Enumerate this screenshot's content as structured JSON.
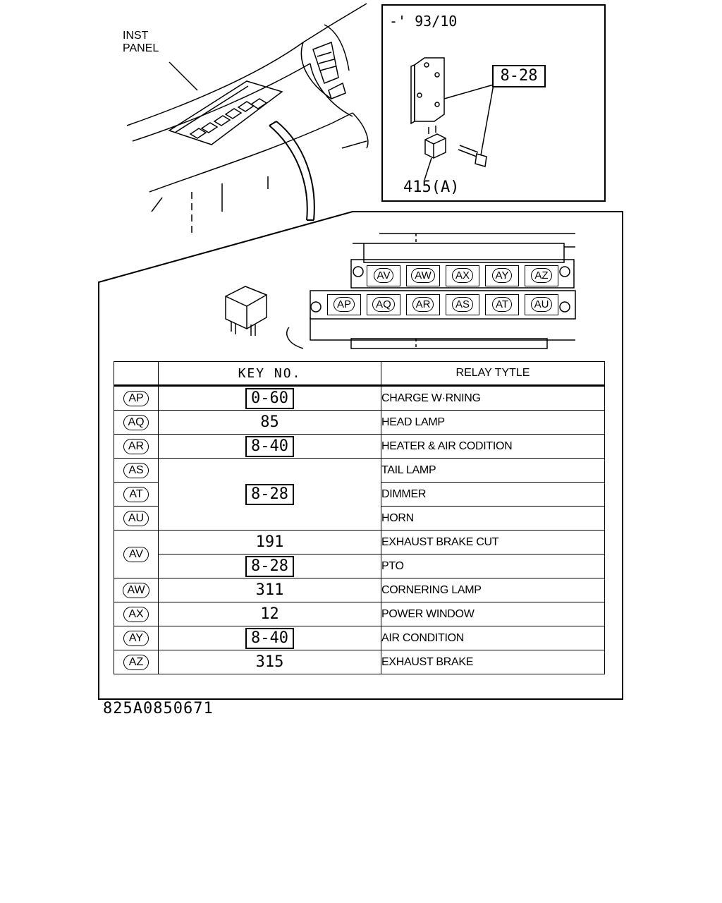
{
  "labels": {
    "inst_panel_line1": "INST",
    "inst_panel_line2": "PANEL",
    "inset_date": "-' 93/10",
    "inset_key": "8-28",
    "inset_part": "415(A)",
    "doc_id": "825A0850671"
  },
  "block_top_row": [
    "AV",
    "AW",
    "AX",
    "AY",
    "AZ"
  ],
  "block_bottom_row": [
    "AP",
    "AQ",
    "AR",
    "AS",
    "AT",
    "AU"
  ],
  "table": {
    "header_code": "",
    "header_key": "KEY NO.",
    "header_type": "RELAY TYTLE",
    "rows": [
      {
        "code": "AP",
        "key": "0-60",
        "key_boxed": true,
        "type": "CHARGE W·RNING"
      },
      {
        "code": "AQ",
        "key": "85",
        "key_boxed": false,
        "type": "HEAD LAMP"
      },
      {
        "code": "AR",
        "key": "8-40",
        "key_boxed": true,
        "type": "HEATER & AIR CODITION"
      },
      {
        "code": "AS",
        "key": "8-28",
        "key_boxed": true,
        "key_rowspan": 3,
        "type": "TAIL LAMP"
      },
      {
        "code": "AT",
        "type": "DIMMER"
      },
      {
        "code": "AU",
        "type": "HORN"
      },
      {
        "code": "AV",
        "code_rowspan": 2,
        "key": "191",
        "key_boxed": false,
        "type": "EXHAUST BRAKE CUT"
      },
      {
        "key": "8-28",
        "key_boxed": true,
        "type": "PTO"
      },
      {
        "code": "AW",
        "key": "311",
        "key_boxed": false,
        "type": "CORNERING LAMP"
      },
      {
        "code": "AX",
        "key": "12",
        "key_boxed": false,
        "type": "POWER WINDOW"
      },
      {
        "code": "AY",
        "key": "8-40",
        "key_boxed": true,
        "type": "AIR CONDITION"
      },
      {
        "code": "AZ",
        "key": "315",
        "key_boxed": false,
        "type": "EXHAUST BRAKE"
      }
    ]
  }
}
